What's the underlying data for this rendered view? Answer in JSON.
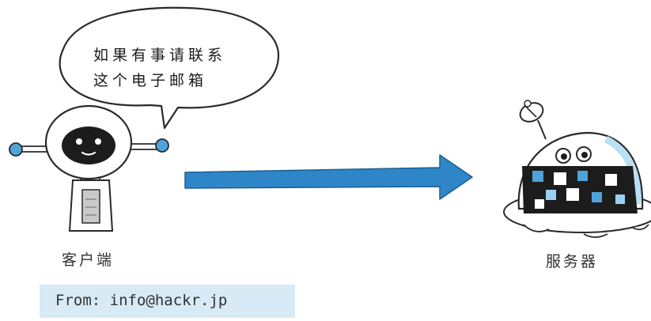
{
  "speech_bubble": {
    "line1": "如果有事请联系",
    "line2": "这个电子邮箱"
  },
  "client": {
    "label": "客户端"
  },
  "server": {
    "label": "服务器"
  },
  "from_header": {
    "text": "From: info@hackr.jp"
  },
  "colors": {
    "arrow": "#2e86c8",
    "robot_accent": "#4fa3d9",
    "header_background": "#d7eaf6",
    "outline": "#2a2a2a"
  }
}
